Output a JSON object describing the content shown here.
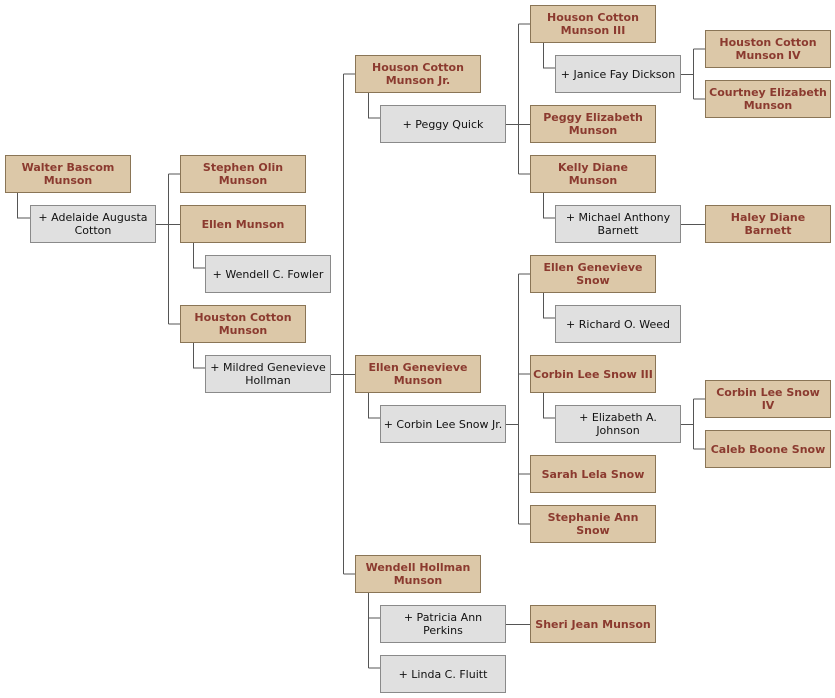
{
  "colors": {
    "person_fill": "#dcc8a8",
    "person_text": "#8b3a2f",
    "spouse_fill": "#e0e0e0",
    "spouse_text": "#111111",
    "connector": "#555555"
  },
  "people": {
    "walter": "Walter Bascom Munson",
    "adelaide": "+ Adelaide Augusta Cotton",
    "stephen": "Stephen Olin Munson",
    "ellen_m": "Ellen Munson",
    "wendell_f": "+ Wendell C. Fowler",
    "houston_c": "Houston Cotton Munson",
    "mildred": "+ Mildred Genevieve Hollman",
    "houson_jr": "Houson Cotton Munson Jr.",
    "peggy_q": "+ Peggy Quick",
    "houson_iii": "Houson Cotton Munson III",
    "janice": "+ Janice Fay Dickson",
    "houston_iv": "Houston Cotton Munson IV",
    "courtney": "Courtney Elizabeth Munson",
    "peggy_e": "Peggy Elizabeth Munson",
    "kelly": "Kelly Diane Munson",
    "michael": "+ Michael Anthony Barnett",
    "haley": "Haley Diane Barnett",
    "ellen_gh": "Ellen Genevieve Munson",
    "corbin_jr": "+ Corbin Lee Snow Jr.",
    "ellen_gs": "Ellen Genevieve Snow",
    "richard": "+ Richard O. Weed",
    "corbin_iii": "Corbin Lee Snow III",
    "elizabeth": "+ Elizabeth A. Johnson",
    "corbin_iv": "Corbin Lee Snow IV",
    "caleb": "Caleb Boone Snow",
    "sarah": "Sarah Lela Snow",
    "stephanie": "Stephanie Ann Snow",
    "wendell_h": "Wendell Hollman Munson",
    "patricia": "+ Patricia Ann Perkins",
    "sheri": "Sheri Jean Munson",
    "linda": "+ Linda C. Fluitt"
  }
}
